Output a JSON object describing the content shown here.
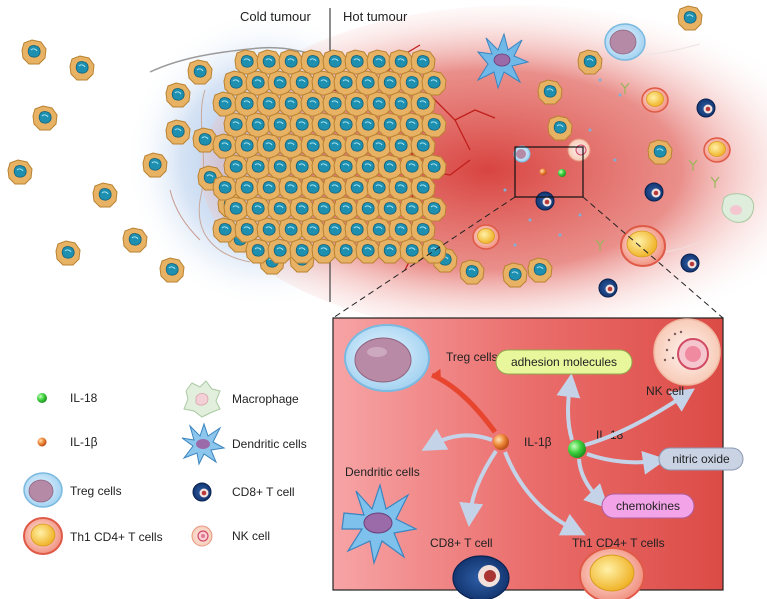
{
  "header": {
    "cold_label": "Cold tumour",
    "hot_label": "Hot tumour"
  },
  "legend": {
    "items": [
      {
        "id": "il18",
        "label": "IL-18",
        "icon": "green-sphere"
      },
      {
        "id": "il1b",
        "label": "IL-1β",
        "icon": "orange-sphere"
      },
      {
        "id": "treg",
        "label": "Treg cells",
        "icon": "treg-cell"
      },
      {
        "id": "th1",
        "label": "Th1 CD4+ T cells",
        "icon": "th1-cell"
      },
      {
        "id": "macrophage",
        "label": "Macrophage",
        "icon": "macrophage"
      },
      {
        "id": "dendritic",
        "label": "Dendritic cells",
        "icon": "dendritic-cell"
      },
      {
        "id": "cd8",
        "label": "CD8+ T cell",
        "icon": "cd8-cell"
      },
      {
        "id": "nk",
        "label": "NK cell",
        "icon": "nk-cell"
      }
    ]
  },
  "inset": {
    "treg_label": "Treg cells",
    "dendritic_label": "Dendritic cells",
    "cd8_label": "CD8+ T cell",
    "th1_label": "Th1 CD4+ T cells",
    "nk_label": "NK cell",
    "il1b_label": "IL-1β",
    "il18_label": "IL-18",
    "adhesion_label": "adhesion molecules",
    "nitric_label": "nitric oxide",
    "chemokines_label": "chemokines"
  },
  "colors": {
    "cold_blue": "#a9c6e8",
    "hot_red": "#dd4a46",
    "tumour_cell": "#e9b46a",
    "tumour_nucleus": "#1f8fb0",
    "il18_green": "#35c135",
    "il1b_orange": "#e0702a",
    "adhesion_box": "#e9f79c",
    "nitric_box": "#c9d3e4",
    "chemokines_box": "#f3a3e8"
  }
}
